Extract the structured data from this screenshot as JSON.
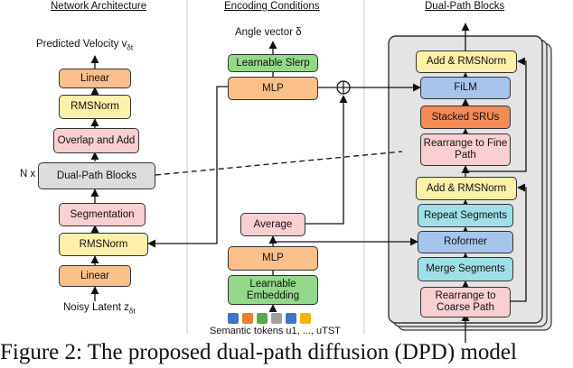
{
  "titles": {
    "network": "Network Architecture",
    "encoding": "Encoding Conditions",
    "dual": "Dual-Path Blocks"
  },
  "network": {
    "output_label": "Predicted Velocity v",
    "output_sub": "δt",
    "linear_top": "Linear",
    "rmsnorm_top": "RMSNorm",
    "overlap_add": "Overlap and Add",
    "repeat_label": "N x",
    "dual_path": "Dual-Path Blocks",
    "segmentation": "Segmentation",
    "rmsnorm_bottom": "RMSNorm",
    "linear_bottom": "Linear",
    "input_label": "Noisy Latent z",
    "input_sub": "δt"
  },
  "encoding": {
    "angle_label": "Angle vector δ",
    "slerp": "Learnable Slerp",
    "mlp_top": "MLP",
    "average": "Average",
    "mlp_bottom": "MLP",
    "embedding": "Learnable Embedding",
    "tokens_label": "Semantic tokens u1, ..., uTST",
    "token_colors": [
      "#3f74c8",
      "#ef7d31",
      "#58a94b",
      "#a0a0a0",
      "#3f74c8",
      "#f4b400"
    ]
  },
  "dual": {
    "add_norm_top": "Add & RMSNorm",
    "film": "FiLM",
    "stacked_srus": "Stacked SRUs",
    "rearrange_fine": "Rearrange to Fine Path",
    "add_norm_bottom": "Add & RMSNorm",
    "repeat_segments": "Repeat Segments",
    "roformer": "Roformer",
    "merge_segments": "Merge Segments",
    "rearrange_coarse": "Rearrange to Coarse Path"
  },
  "caption": "Figure 2: The proposed dual-path diffusion (DPD) model"
}
